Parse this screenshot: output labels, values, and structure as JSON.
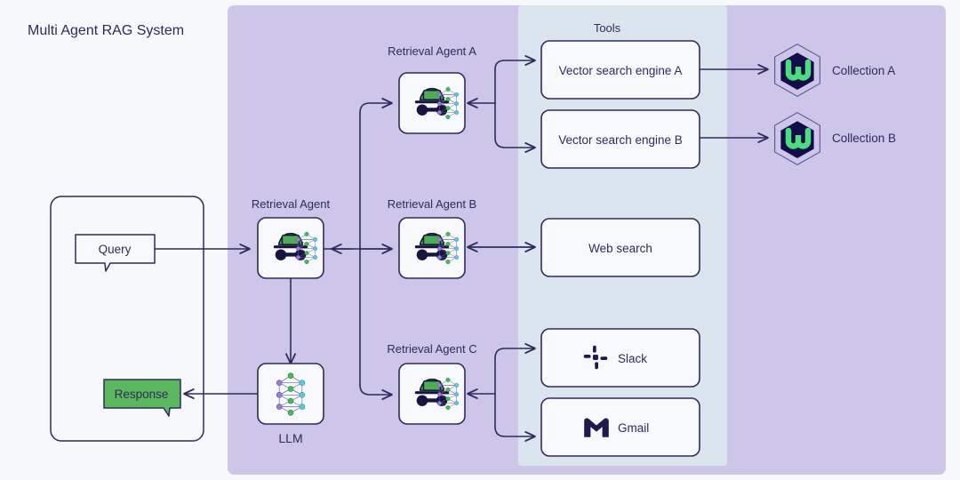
{
  "diagram": {
    "title": "Multi Agent RAG System",
    "colors": {
      "background": "#f7f8fc",
      "agent_panel": "#cdc6e8",
      "tools_panel": "#dbe5ee",
      "stroke": "#2e2a5d",
      "box_fill": "#f8f9fd",
      "accent_green": "#57b95f",
      "response_green": "#5cb85f",
      "weaviate_dark": "#130c49",
      "weaviate_green": "#4ade80",
      "node_purple": "#9b7fd4",
      "node_green": "#46b95b",
      "node_cyan": "#5bc8e0"
    },
    "panels": {
      "agents_panel": {
        "label": ""
      },
      "tools_panel": {
        "label": "Tools"
      }
    },
    "client": {
      "query": {
        "label": "Query"
      },
      "response": {
        "label": "Response"
      }
    },
    "agents": [
      {
        "id": "retrieval-agent",
        "label": "Retrieval Agent",
        "icon": "spy-agent-icon"
      },
      {
        "id": "retrieval-agent-a",
        "label": "Retrieval Agent A",
        "icon": "spy-agent-icon"
      },
      {
        "id": "retrieval-agent-b",
        "label": "Retrieval Agent B",
        "icon": "spy-agent-icon"
      },
      {
        "id": "retrieval-agent-c",
        "label": "Retrieval Agent C",
        "icon": "spy-agent-icon"
      }
    ],
    "llm": {
      "label": "LLM",
      "icon": "neural-network-icon"
    },
    "tools": [
      {
        "id": "vector-search-engine-a",
        "label": "Vector search engine A",
        "icon": null
      },
      {
        "id": "vector-search-engine-b",
        "label": "Vector search engine B",
        "icon": null
      },
      {
        "id": "web-search",
        "label": "Web search",
        "icon": null
      },
      {
        "id": "slack",
        "label": "Slack",
        "icon": "slack-icon"
      },
      {
        "id": "gmail",
        "label": "Gmail",
        "icon": "gmail-icon"
      }
    ],
    "collections": [
      {
        "id": "collection-a",
        "label": "Collection A",
        "icon": "weaviate-hexagon-icon"
      },
      {
        "id": "collection-b",
        "label": "Collection B",
        "icon": "weaviate-hexagon-icon"
      }
    ]
  }
}
